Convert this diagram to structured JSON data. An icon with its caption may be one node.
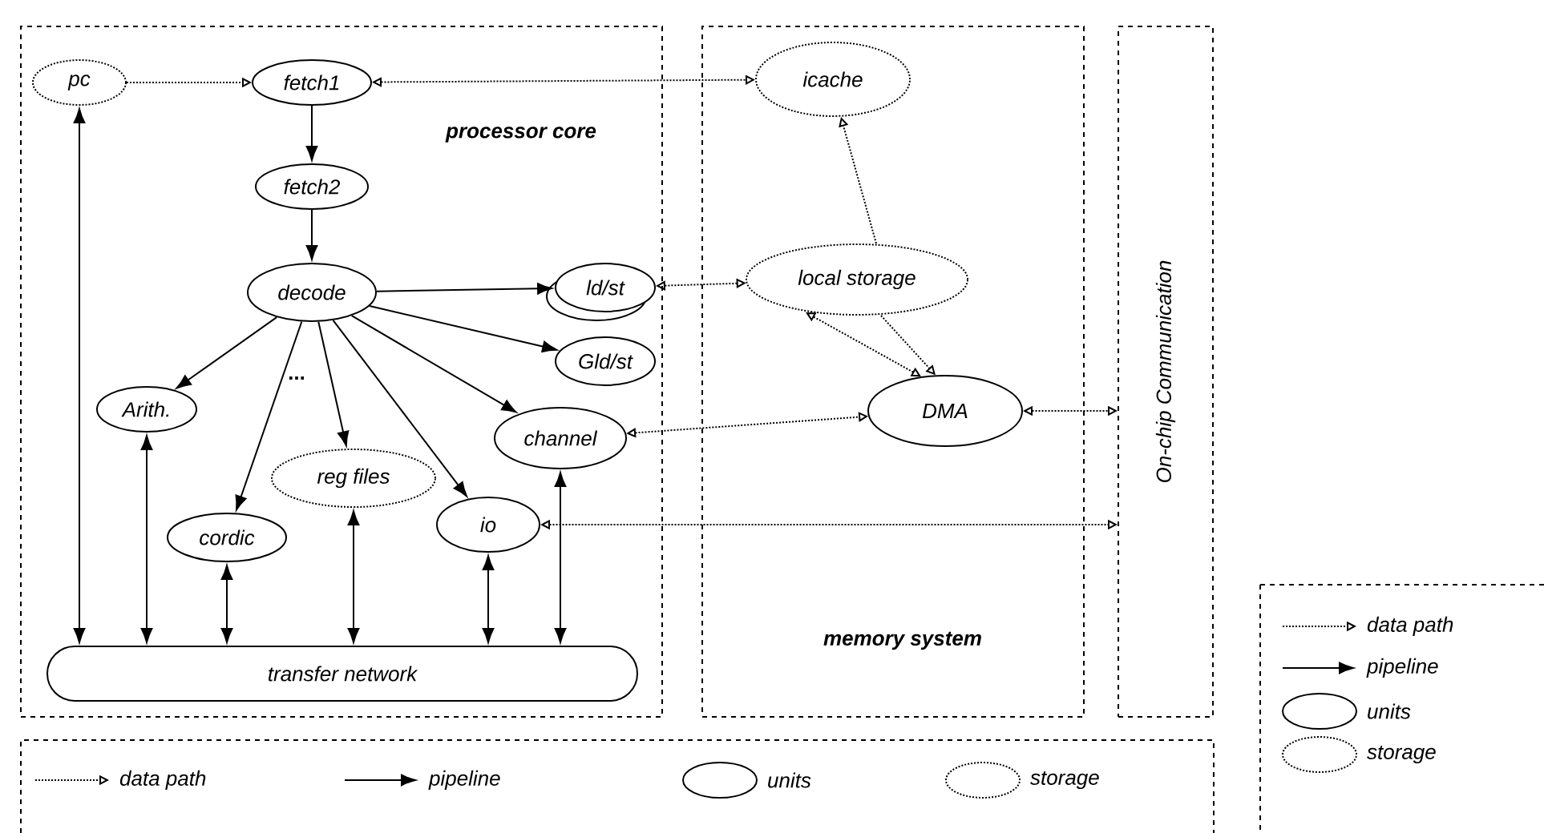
{
  "diagram": {
    "nodes": [
      {
        "text": [
          "processor core"
        ]
      },
      {
        "text": [
          "memory system"
        ]
      },
      {
        "text": [
          "On-chip Communication"
        ]
      },
      {
        "text": [
          "pc"
        ],
        "in": 0
      },
      {
        "text": [
          "fetch1"
        ],
        "in": 0
      },
      {
        "text": [
          "fetch2"
        ],
        "in": 0
      },
      {
        "text": [
          "decode"
        ],
        "in": 0
      },
      {
        "text": [
          "ld/st"
        ],
        "in": 0
      },
      {
        "text": [
          "Gld/st"
        ],
        "in": 0
      },
      {
        "text": [
          "Arith."
        ],
        "in": 0
      },
      {
        "text": [
          "channel"
        ],
        "in": 0
      },
      {
        "text": [
          "reg files"
        ],
        "in": 0
      },
      {
        "text": [
          "cordic"
        ],
        "in": 0
      },
      {
        "text": [
          "io"
        ],
        "in": 0
      },
      {
        "text": [
          "transfer network"
        ],
        "in": 0
      },
      {
        "text": [
          "icache"
        ],
        "in": 1
      },
      {
        "text": [
          "local storage"
        ],
        "in": 1
      },
      {
        "text": [
          "DMA"
        ],
        "in": 1
      }
    ],
    "edges": [
      {
        "from": 3,
        "to": 4,
        "arrow": "to",
        "style": "dashed"
      },
      {
        "from": 4,
        "to": 15,
        "arrow": "both",
        "style": "dashed"
      },
      {
        "from": 4,
        "to": 5,
        "arrow": "to"
      },
      {
        "from": 5,
        "to": 6,
        "arrow": "to"
      },
      {
        "from": 6,
        "to": 7,
        "arrow": "to"
      },
      {
        "from": 6,
        "to": 8,
        "arrow": "to"
      },
      {
        "from": 6,
        "to": 9,
        "arrow": "to"
      },
      {
        "from": 6,
        "to": 12,
        "arrow": "to"
      },
      {
        "from": 6,
        "to": 11,
        "arrow": "to"
      },
      {
        "from": 6,
        "to": 13,
        "arrow": "to"
      },
      {
        "from": 6,
        "to": 10,
        "arrow": "to"
      },
      {
        "from": 7,
        "to": 16,
        "arrow": "both",
        "style": "dashed"
      },
      {
        "from": 16,
        "to": 15,
        "arrow": "to",
        "style": "dashed"
      },
      {
        "from": 16,
        "to": 17,
        "arrow": "both",
        "style": "dashed"
      },
      {
        "from": 16,
        "to": 17,
        "arrow": "to",
        "style": "dashed"
      },
      {
        "from": 10,
        "to": 17,
        "arrow": "both",
        "style": "dashed"
      },
      {
        "from": 17,
        "to": 2,
        "arrow": "both",
        "style": "dashed"
      },
      {
        "from": 13,
        "to": 2,
        "arrow": "both",
        "style": "dashed"
      },
      {
        "from": 3,
        "to": 14,
        "arrow": "both"
      },
      {
        "from": 9,
        "to": 14,
        "arrow": "both"
      },
      {
        "from": 12,
        "to": 14,
        "arrow": "both"
      },
      {
        "from": 11,
        "to": 14,
        "arrow": "both"
      },
      {
        "from": 13,
        "to": 14,
        "arrow": "both"
      },
      {
        "from": 10,
        "to": 14,
        "arrow": "both"
      }
    ],
    "labels": [
      "..."
    ],
    "legend": [
      {
        "text": "data path"
      },
      {
        "text": "pipeline"
      },
      {
        "text": "units"
      },
      {
        "text": "storage"
      },
      {
        "text": "data path"
      },
      {
        "text": "pipeline"
      },
      {
        "text": "units"
      },
      {
        "text": "storage"
      }
    ]
  }
}
